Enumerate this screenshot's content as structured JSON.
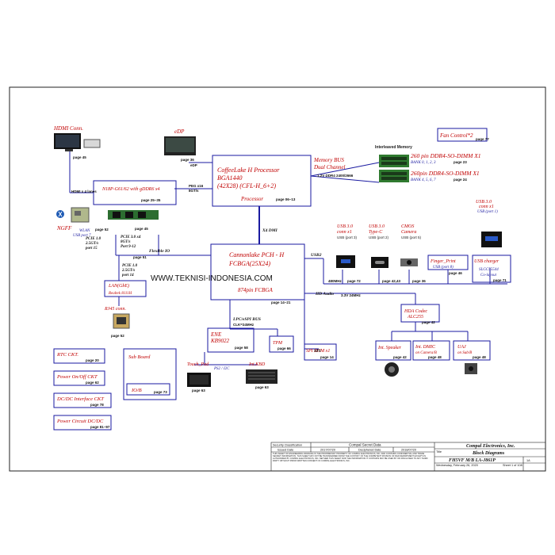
{
  "hdmi": {
    "title": "HDMI Conn.",
    "page": "page 45",
    "lanes": "HDMI x 4 lanes"
  },
  "edp": {
    "title": "eDP",
    "page": "page 36",
    "tag": "eDP"
  },
  "fan": {
    "title": "Fan Control*2",
    "page": "page 77"
  },
  "memory": {
    "label": "Interleaved Memory",
    "bus": "Memory BUS",
    "channel": "Dual Channel",
    "speed": "1.2V DDR4 2400/2666",
    "dimm1": "260 pin DDR4-SO-DIMM X1",
    "bank1": "BANK 0, 1, 2, 3",
    "page1": "page 23",
    "dimm2": "260pin DDR4-SO-DIMM X1",
    "bank2": "BANK 4, 5, 6, 7",
    "page2": "page 24"
  },
  "cpu": {
    "l1": "CoffeeLake H Processor",
    "l2": "BGA1440",
    "l3": "(42X28)  (CFL-H_6+2)",
    "l4": "Processor",
    "page": "page 06~13"
  },
  "gpu": {
    "label": "N18P-G61/62 with gDDR6 x4",
    "page": "page 25~35",
    "peg": "PEG x16",
    "gts": "8GT/s"
  },
  "wlan": {
    "title": "NGFF",
    "l2": "WLAN",
    "l3": "USB port 7",
    "page": "page 52",
    "pcie": "PCIE 1.0",
    "gts": "2.5GT/s",
    "port": "port 15"
  },
  "ssd": {
    "page": "page 45",
    "pcie": "PCIE 3.0 x4",
    "gts": "8GT/s",
    "port": "Port 9-12"
  },
  "dmi": "X4 DMI",
  "flexio": "Flexible IO",
  "pch": {
    "l1": "Cannonlake PCH - H",
    "l2": "FCBGA(25X24)",
    "l3": "874pin FCBGA",
    "page": "page 14~21"
  },
  "usb2": "USB2",
  "lan": {
    "page": "page 51",
    "pcie": "PCIE 1.0",
    "gts": "2.5GT/s",
    "port": "port 14",
    "l1": "LAN(GbE)",
    "l2": "Realtek 8111H"
  },
  "rj45": {
    "title": "RJ45 conn.",
    "page": "page 52"
  },
  "watermark": "WWW.TEKNISI-INDONESIA.COM",
  "usb3a": {
    "l1": "USB 3.0",
    "l2": "conn x1",
    "l3": "USB (port 3)",
    "bus": "480MHz",
    "page": "page 72"
  },
  "usbc": {
    "l1": "USB 3.0",
    "l2": "Type-C",
    "l3": "USB (port 2)",
    "page": "page 42,43"
  },
  "cmos": {
    "l1": "CMOS",
    "l2": "Camera",
    "l3": "USB (port 5)",
    "page": "page 36"
  },
  "finger": {
    "title": "Finger_Print",
    "l2": "USB (port 8)",
    "page": "page 46"
  },
  "usbchg": {
    "l0a": "USB 3.0",
    "l0b": "conn x1",
    "l0c": "USB (port 1)",
    "title": "USB charger",
    "l2": "SLGC55544",
    "l3": "Co-layout",
    "page": "page 71"
  },
  "hda": {
    "label": "HD Audio",
    "volt": "3.3V 24MHz"
  },
  "codec": {
    "l1": "HDA Codec",
    "l2": "ALC255",
    "page": "page 42"
  },
  "speaker": {
    "title": "Int. Speaker",
    "page": "page 42"
  },
  "dmic": {
    "l1": "Int. DMIC",
    "l2": "on Camera/B",
    "page": "page 48"
  },
  "uaj": {
    "l1": "UAJ",
    "l2": "on Sub/B",
    "page": "page 48"
  },
  "lpc": {
    "label": "LPC/eSPI BUS",
    "clk": "CLK=24MHz"
  },
  "ene": {
    "l1": "ENE",
    "l2": "KB9022",
    "page": "page 58"
  },
  "tpm": {
    "title": "TPM",
    "page": "page 66"
  },
  "spi": {
    "label": "SPI",
    "title": "SPI ROM x1",
    "page": "page 14"
  },
  "touchpad": {
    "title": "Touch_Pad",
    "sub": "PS2 / I2C",
    "page": "page 63"
  },
  "kbd": {
    "title": "Int.KBD",
    "page": "page 63"
  },
  "subboard": {
    "title": "Sub Board",
    "io": "IO/B",
    "page": "page 73"
  },
  "power": [
    {
      "title": "RTC CKT.",
      "page": "page 20"
    },
    {
      "title": "Power On/Off CKT",
      "page": "page 62"
    },
    {
      "title": "DC/DC Interface CKT",
      "page": "page 78"
    },
    {
      "title": "Power Circuit DC/DC",
      "page": "page 81~97"
    }
  ],
  "titleblock": {
    "sec": "Security Classification",
    "secval": "Compal Secret Data",
    "company": "Compal Electronics, Inc.",
    "issued": "Issued Date",
    "d1": "2017/07/20",
    "deciph": "Deciphered Date",
    "d2": "2018/07/20",
    "title_lbl": "Title",
    "title": "Block Diagrams",
    "doc": "FH5VF M/B LA-J861P",
    "rev": "1A",
    "date": "Wednesday, February 26, 2020",
    "sheet": "Sheet 1 of 108",
    "notice": "THIS SHEET OF ENGINEERING DRAWING IS THE PROPRIETARY PROPERTY OF COMPAL ELECTRONICS, INC. AND CONTAINS CONFIDENTIAL AND TRADE SECRET INFORMATION. THIS SHEET MAY NOT BE TRANSFERRED FROM THE CUSTODY OF THE COMPETENT DIVISION OF R&D DEPARTMENT EXCEPT AS AUTHORIZED BY COMPAL ELECTRONICS, INC. NEITHER THIS SHEET NOR THE INFORMATION IT CONTAINS MAY BE USED BY OR DISCLOSED TO ANY THIRD PARTY WITHOUT PRIOR WRITTEN CONSENT OF COMPAL ELECTRONICS, INC."
  }
}
